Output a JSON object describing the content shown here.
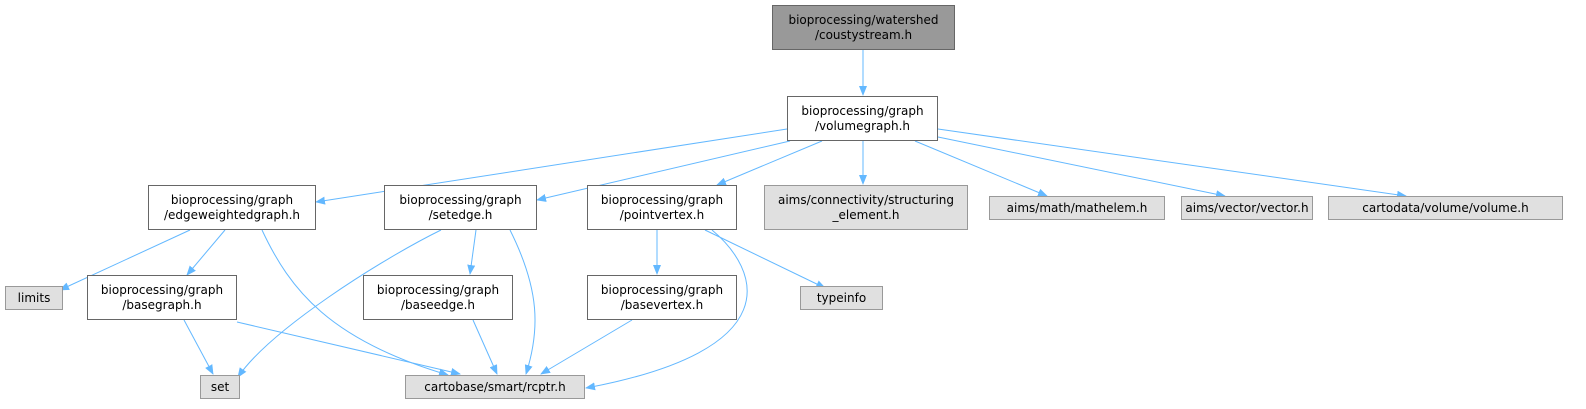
{
  "nodes": {
    "coustystream": {
      "l1": "bioprocessing/watershed",
      "l2": "/coustystream.h"
    },
    "volumegraph": {
      "l1": "bioprocessing/graph",
      "l2": "/volumegraph.h"
    },
    "edgeweightedgraph": {
      "l1": "bioprocessing/graph",
      "l2": "/edgeweightedgraph.h"
    },
    "setedge": {
      "l1": "bioprocessing/graph",
      "l2": "/setedge.h"
    },
    "pointvertex": {
      "l1": "bioprocessing/graph",
      "l2": "/pointvertex.h"
    },
    "structuring": {
      "l1": "aims/connectivity/structuring",
      "l2": "_element.h"
    },
    "mathelem": {
      "l1": "aims/math/mathelem.h"
    },
    "vector": {
      "l1": "aims/vector/vector.h"
    },
    "volume": {
      "l1": "cartodata/volume/volume.h"
    },
    "limits": {
      "l1": "limits"
    },
    "basegraph": {
      "l1": "bioprocessing/graph",
      "l2": "/basegraph.h"
    },
    "baseedge": {
      "l1": "bioprocessing/graph",
      "l2": "/baseedge.h"
    },
    "basevertex": {
      "l1": "bioprocessing/graph",
      "l2": "/basevertex.h"
    },
    "typeinfo": {
      "l1": "typeinfo"
    },
    "set": {
      "l1": "set"
    },
    "rcptr": {
      "l1": "cartobase/smart/rcptr.h"
    }
  },
  "colors": {
    "edge": "#63b8ff",
    "root": "#999999",
    "external": "#e0e0e0"
  }
}
